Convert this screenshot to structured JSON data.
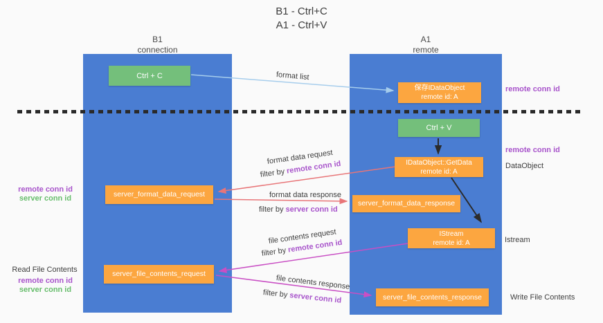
{
  "title": {
    "line1": "B1 - Ctrl+C",
    "line2": "A1 - Ctrl+V"
  },
  "columns": {
    "left": {
      "header_line1": "B1",
      "header_line2": "connection"
    },
    "right": {
      "header_line1": "A1",
      "header_line2": "remote"
    }
  },
  "nodes": {
    "ctrl_c": "Ctrl + C",
    "ctrl_v": "Ctrl + V",
    "save_dataobject_line1": "保存IDataObject",
    "save_dataobject_line2": "remote id: A",
    "getdata_line1": "IDataObject::GetData",
    "getdata_line2": "remote id: A",
    "istream_line1": "IStream",
    "istream_line2": "remote id: A",
    "server_format_data_request": "server_format_data_request",
    "server_format_data_response": "server_format_data_response",
    "server_file_contents_request": "server_file_contents_request",
    "server_file_contents_response": "server_file_contents_response"
  },
  "edge_labels": {
    "format_list": "format list",
    "filter_prefix": "filter by ",
    "format_data_request": "format data request",
    "format_data_request_filter_id": "remote conn id",
    "format_data_response": "format data response",
    "format_data_response_filter_id": "server conn id",
    "file_contents_request": "file contents request",
    "file_contents_request_filter_id": "remote conn id",
    "file_contents_response": "file contents response",
    "file_contents_response_filter_id": "server conn id"
  },
  "side_labels": {
    "right_remote_conn_id_top": "remote conn id",
    "right_remote_conn_id_mid": "remote conn id",
    "right_dataobject": "DataObject",
    "right_istream": "Istream",
    "right_write_file_contents": "Write File Contents",
    "left_remote_conn_id_mid": "remote conn id",
    "left_server_conn_id_mid": "server conn id",
    "left_read_file_contents": "Read File Contents",
    "left_remote_conn_id_bottom": "remote conn id",
    "left_server_conn_id_bottom": "server conn id"
  },
  "colors": {
    "column_blue": "#4a7dd2",
    "node_green": "#74bf7b",
    "node_orange": "#fca640",
    "arrow_lightblue": "#a6cdec",
    "arrow_black": "#2b2b2b",
    "arrow_red": "#e87578",
    "arrow_magenta": "#c94fc4",
    "text_purple": "#a854cb",
    "text_green": "#67bd6c"
  }
}
